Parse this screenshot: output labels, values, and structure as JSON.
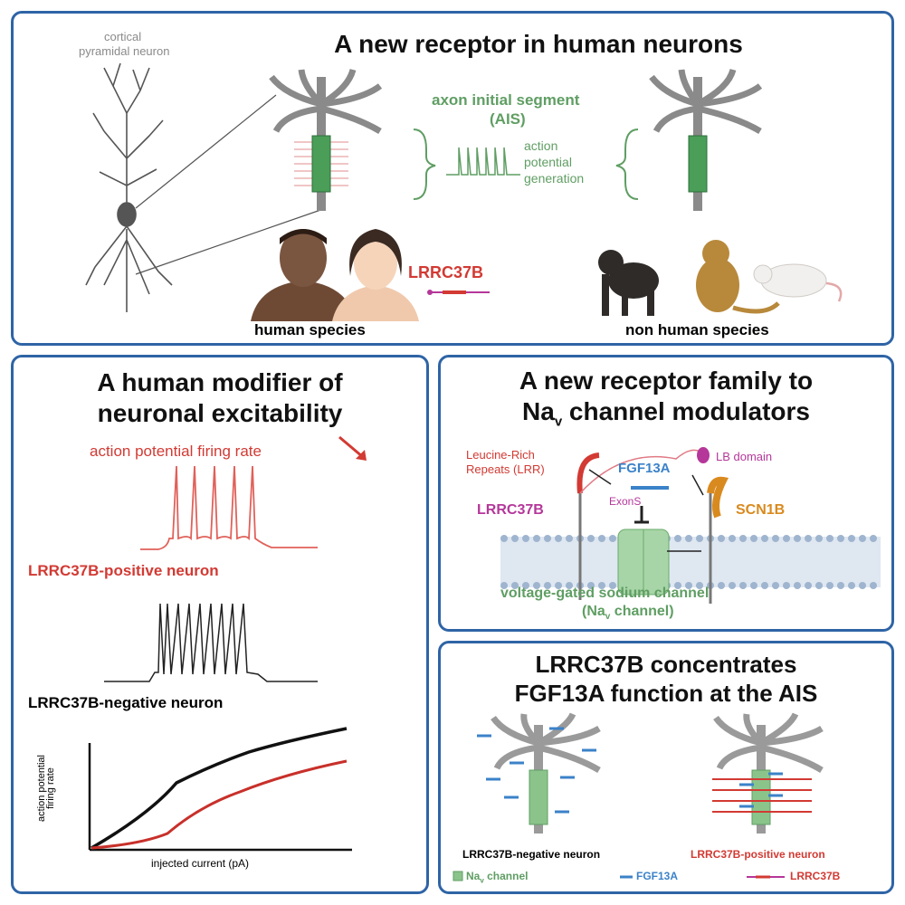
{
  "panel_top": {
    "title": "A new receptor in human neurons",
    "neuron_label_1": "cortical",
    "neuron_label_2": "pyramidal neuron",
    "ais_label_1": "axon initial segment",
    "ais_label_2": "(AIS)",
    "ap_label_1": "action",
    "ap_label_2": "potential",
    "ap_label_3": "generation",
    "gene_label": "LRRC37B",
    "human_label": "human species",
    "nonhuman_label": "non human species"
  },
  "panel_left": {
    "title_1": "A human modifier of",
    "title_2": "neuronal excitability",
    "firing_label": "action potential firing rate",
    "pos_label": "LRRC37B-positive neuron",
    "neg_label": "LRRC37B-negative neuron",
    "y_axis_1": "action potential",
    "y_axis_2": "firing rate",
    "x_axis": "injected current (pA)"
  },
  "panel_right_top": {
    "title_1": "A new receptor family to",
    "title_2_pre": "Na",
    "title_2_sub": "v",
    "title_2_post": " channel modulators",
    "lrr_1": "Leucine-Rich",
    "lrr_2": "Repeats (LRR)",
    "fgf": "FGF13A",
    "lb": "LB domain",
    "exon": "ExonS",
    "lrrc": "LRRC37B",
    "scn": "SCN1B",
    "channel_1": "voltage-gated sodium channel",
    "channel_2_pre": "(Na",
    "channel_2_sub": "v",
    "channel_2_post": " channel)"
  },
  "panel_right_bottom": {
    "title_1": "LRRC37B concentrates",
    "title_2": "FGF13A function at the AIS",
    "neg_label": "LRRC37B-negative neuron",
    "pos_label": "LRRC37B-positive neuron",
    "legend_nav_pre": "Na",
    "legend_nav_sub": "v",
    "legend_nav_post": " channel",
    "legend_fgf": "FGF13A",
    "legend_lrrc": "LRRC37B"
  }
}
